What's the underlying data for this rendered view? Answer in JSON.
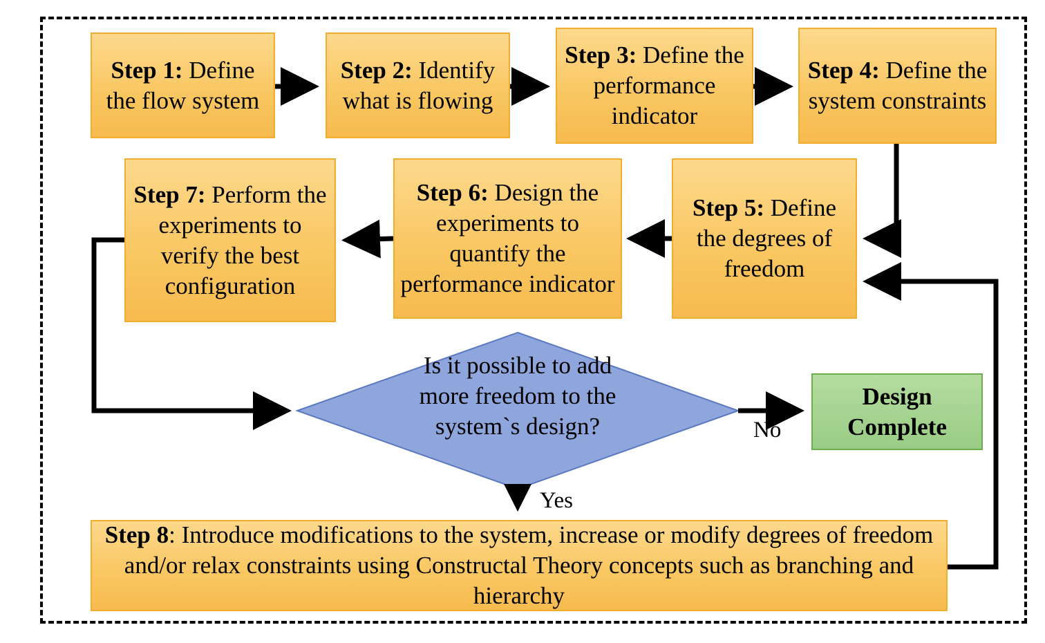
{
  "steps": [
    {
      "id": "step1",
      "bold": "Step 1:",
      "text": " Define the flow system"
    },
    {
      "id": "step2",
      "bold": "Step 2:",
      "text": " Identify what is flowing"
    },
    {
      "id": "step3",
      "bold": "Step 3:",
      "text": " Define the performance indicator"
    },
    {
      "id": "step4",
      "bold": "Step 4:",
      "text": " Define the system constraints"
    },
    {
      "id": "step5",
      "bold": "Step 5:",
      "text": " Define the degrees of freedom"
    },
    {
      "id": "step6",
      "bold": "Step 6:",
      "text": " Design the experiments to quantify the performance indicator"
    },
    {
      "id": "step7",
      "bold": "Step 7:",
      "text": " Perform the experiments to verify the best configuration"
    },
    {
      "id": "step8",
      "bold": "Step 8",
      "text": ": Introduce modifications to the system, increase or modify degrees of freedom and/or relax constraints using Constructal Theory concepts such as branching and hierarchy"
    }
  ],
  "decision": {
    "question": "Is it possible to add more freedom to the system`s design?",
    "no_label": "No",
    "yes_label": "Yes"
  },
  "terminal": {
    "text": "Design Complete"
  },
  "colors": {
    "step_fill": "#f9c660",
    "step_border": "#f0ad30",
    "decision_fill": "#8fa6dc",
    "decision_border": "#5a78c0",
    "terminal_fill": "#a6d492",
    "terminal_border": "#6aae4e",
    "connector": "#000000"
  }
}
